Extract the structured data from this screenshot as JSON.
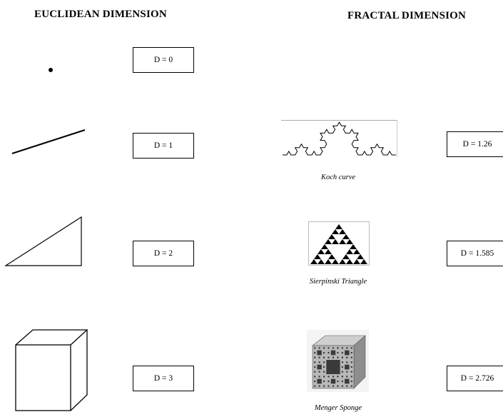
{
  "headings": {
    "euclidean": "EUCLIDEAN DIMENSION",
    "fractal": "FRACTAL DIMENSION"
  },
  "euclidean": [
    {
      "shape": "point",
      "label": "D = 0"
    },
    {
      "shape": "line",
      "label": "D = 1"
    },
    {
      "shape": "triangle",
      "label": "D = 2"
    },
    {
      "shape": "cube",
      "label": "D = 3"
    }
  ],
  "fractal": [
    {
      "shape": "koch-curve",
      "caption": "Koch curve",
      "label": "D = 1.26"
    },
    {
      "shape": "sierpinski-triangle",
      "caption": "Sierpinski Triangle",
      "label": "D = 1.585"
    },
    {
      "shape": "menger-sponge",
      "caption": "Menger Sponge",
      "label": "D = 2.726"
    }
  ]
}
